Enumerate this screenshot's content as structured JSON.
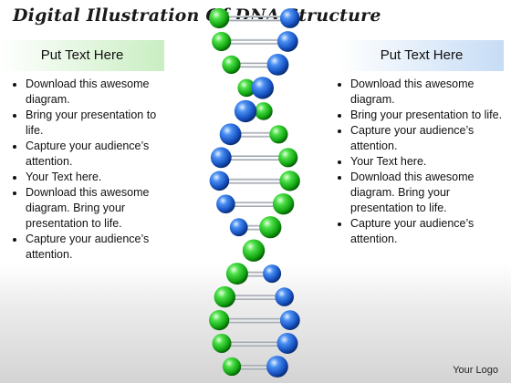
{
  "title": "Digital Illustration Of DNA Structure",
  "colors": {
    "green": "#22c122",
    "blue": "#1e63d6",
    "rung": "#cfd4da"
  },
  "panels": [
    {
      "header": "Put Text Here",
      "bullets": [
        "Download this awesome diagram.",
        "Bring your presentation to life.",
        "Capture your audience’s attention.",
        "Your Text here.",
        "Download this awesome diagram. Bring your presentation to life.",
        "Capture your audience’s attention."
      ]
    },
    {
      "header": "Put Text Here",
      "bullets": [
        "Download this awesome diagram.",
        "Bring your presentation to life.",
        "Capture your audience’s attention.",
        "Your Text here.",
        "Download this awesome diagram. Bring your presentation to life.",
        "Capture your audience’s attention."
      ]
    }
  ],
  "footer": {
    "logo_text": "Your Logo"
  }
}
